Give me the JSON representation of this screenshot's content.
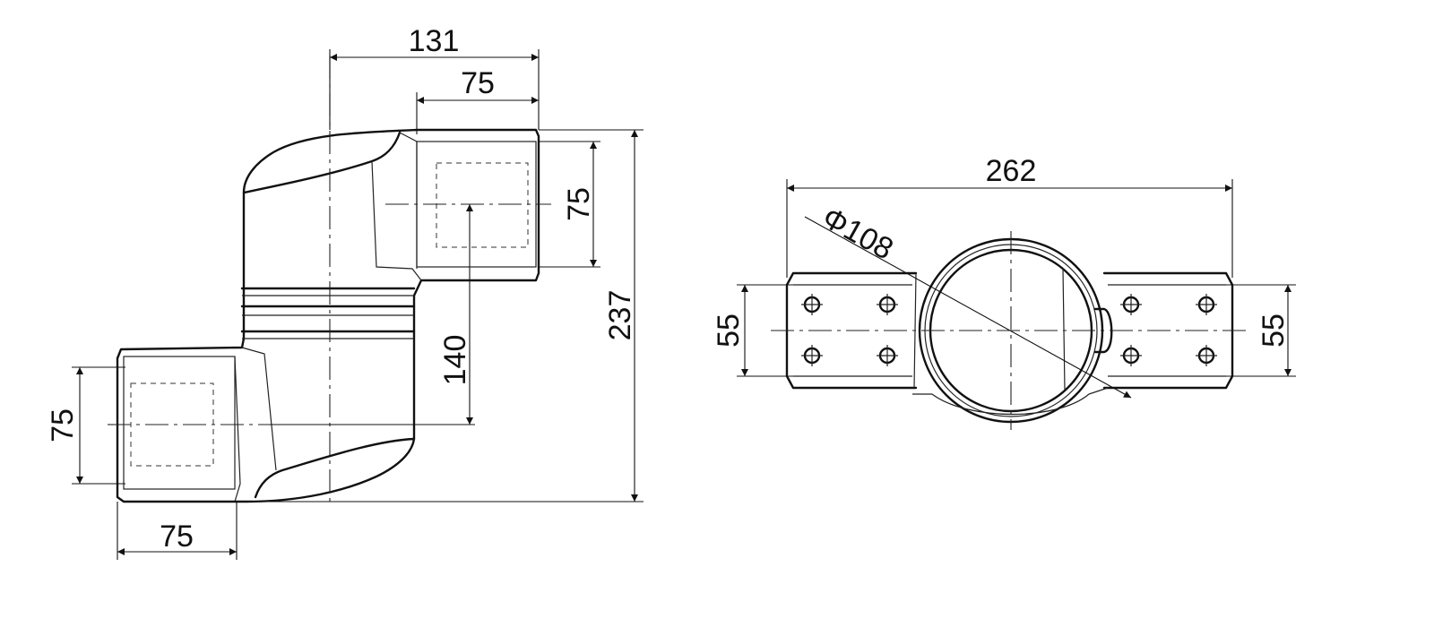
{
  "side_view": {
    "dim_overall_width": "131",
    "dim_top_socket_width": "75",
    "dim_top_socket_height": "75",
    "dim_overall_height": "237",
    "dim_center_offset": "140",
    "dim_bottom_socket_height": "75",
    "dim_bottom_socket_width": "75"
  },
  "top_view": {
    "dim_overall_length": "262",
    "dim_diameter": "Φ108",
    "dim_left_bolt_spacing": "55",
    "dim_right_bolt_spacing": "55"
  }
}
